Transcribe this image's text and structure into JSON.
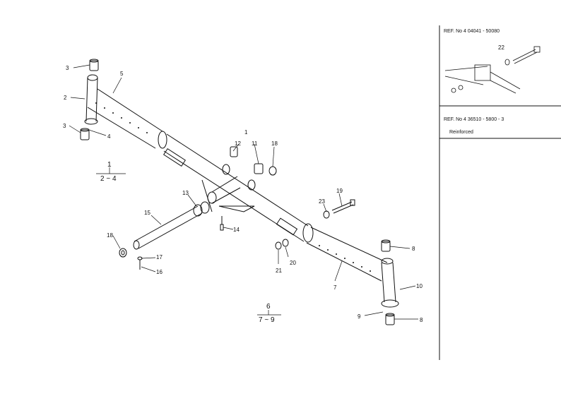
{
  "callouts": {
    "c1": "1",
    "c2": "2",
    "c3": "3",
    "c4": "4",
    "c5": "5",
    "c6": "6",
    "c7": "7",
    "c8": "8",
    "c9": "9",
    "c10": "10",
    "c11": "11",
    "c12": "12",
    "c13": "13",
    "c14": "14",
    "c15": "15",
    "c16": "16",
    "c17": "17",
    "c18a": "18",
    "c18b": "18",
    "c19": "19",
    "c20": "20",
    "c21": "21",
    "c22": "22",
    "c23": "23"
  },
  "groups": {
    "g1_top": "1",
    "g1_range": "2 ~ 4",
    "g6_top": "6",
    "g7_range": "7 ~ 9"
  },
  "ref_panel": {
    "ref1": "REF. No 4 04041 - 50080",
    "ref2": "REF. No 4 36510 - 5800 - 3",
    "reinforced": "Reinforced"
  }
}
